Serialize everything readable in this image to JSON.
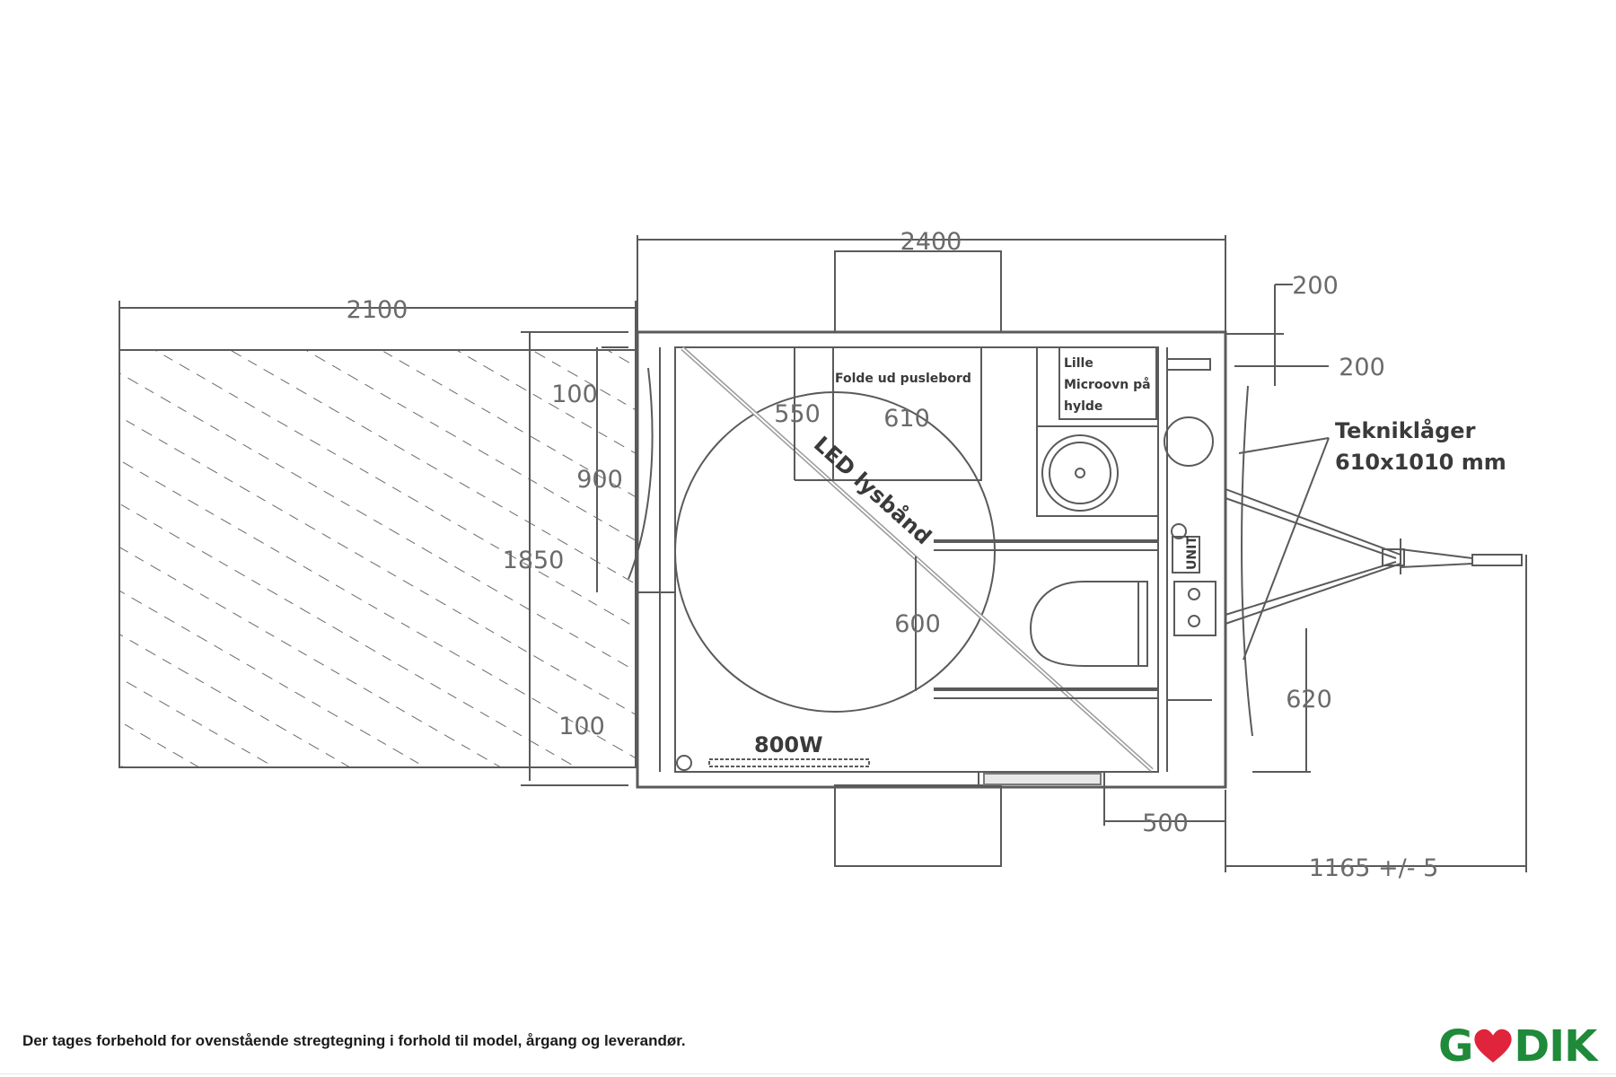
{
  "dimensions": {
    "total_width": "2400",
    "tent_width": "2100",
    "wall_200_top": "200",
    "wall_200_inner": "200",
    "gap_100_top": "100",
    "gap_900": "900",
    "height_1850": "1850",
    "gap_100_bottom": "100",
    "depth_550": "550",
    "width_610": "610",
    "grab_600": "600",
    "tow_620": "620",
    "door_500": "500",
    "drawbar_length": "1165 +/- 5"
  },
  "labels": {
    "fold_table": "Folde ud puslebord",
    "microwave_line1": "Lille",
    "microwave_line2": "Microovn på",
    "microwave_line3": "hylde",
    "led_strip": "LED lysbånd",
    "heater": "800W",
    "tech_hatch_line1": "Tekniklåger",
    "tech_hatch_line2": "610x1010 mm",
    "unit_tag": "UNIT"
  },
  "footer": {
    "disclaimer": "Der tages forbehold for ovenstående stregtegning i forhold til model, årgang og leverandør.",
    "logo_left": "G",
    "logo_right": "DIK"
  },
  "colors": {
    "line": "#5a5a5a",
    "dim_text": "#6a6a6a",
    "logo_green": "#1f8a3a",
    "logo_red": "#e0243c"
  }
}
